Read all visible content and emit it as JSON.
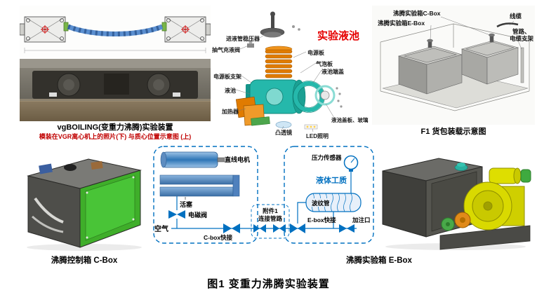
{
  "figure": {
    "caption": "图1 变重力沸腾实验装置"
  },
  "colors": {
    "accent_red": "#e60000",
    "subtitle_red": "#c00000",
    "schematic_blue": "#0070c0",
    "cbox_green": "#3fae2a",
    "ebox_yellow": "#d9d900"
  },
  "top_left": {
    "title": "vgBOILING(变重力沸腾)实验装置",
    "subtitle": "模装在VGR离心机上的照片(下) 与质心位置示意图 (上)"
  },
  "liquid_pool": {
    "title": "实验液池",
    "labels": {
      "inlet_regulator": "进液管稳压器",
      "pump_fill_valve": "抽气充液阀",
      "power_board": "电源板",
      "bubble_plate": "气泡板",
      "end_cover": "液池端盖",
      "power_bracket": "电源板支架",
      "pool": "液池",
      "heater": "加热器",
      "lens": "凸透镜",
      "led": "LED照明",
      "cover_glass": "液池盖板、玻璃"
    }
  },
  "f1_package": {
    "caption": "F1 货包装载示意图",
    "labels": {
      "cbox": "沸腾实验箱C-Box",
      "ebox": "沸腾实验箱E-Box",
      "cable": "线缆",
      "bracket1": "管路、",
      "bracket2": "电缆支架"
    }
  },
  "schematic": {
    "linear_motor": "直线电机",
    "piston": "活塞",
    "solenoid_valve": "电磁阀",
    "air": "空气",
    "cbox_connector": "C-box快接",
    "attachment1": "附件1",
    "attachment2": "连接管路",
    "pressure_sensor": "压力传感器",
    "working_fluid": "液体工质",
    "bellows": "波纹管",
    "fill_port": "加注口",
    "ebox_connector": "E-box快接"
  },
  "cbox": {
    "caption": "沸腾控制箱 C-Box"
  },
  "ebox": {
    "caption": "沸腾实验箱 E-Box"
  }
}
